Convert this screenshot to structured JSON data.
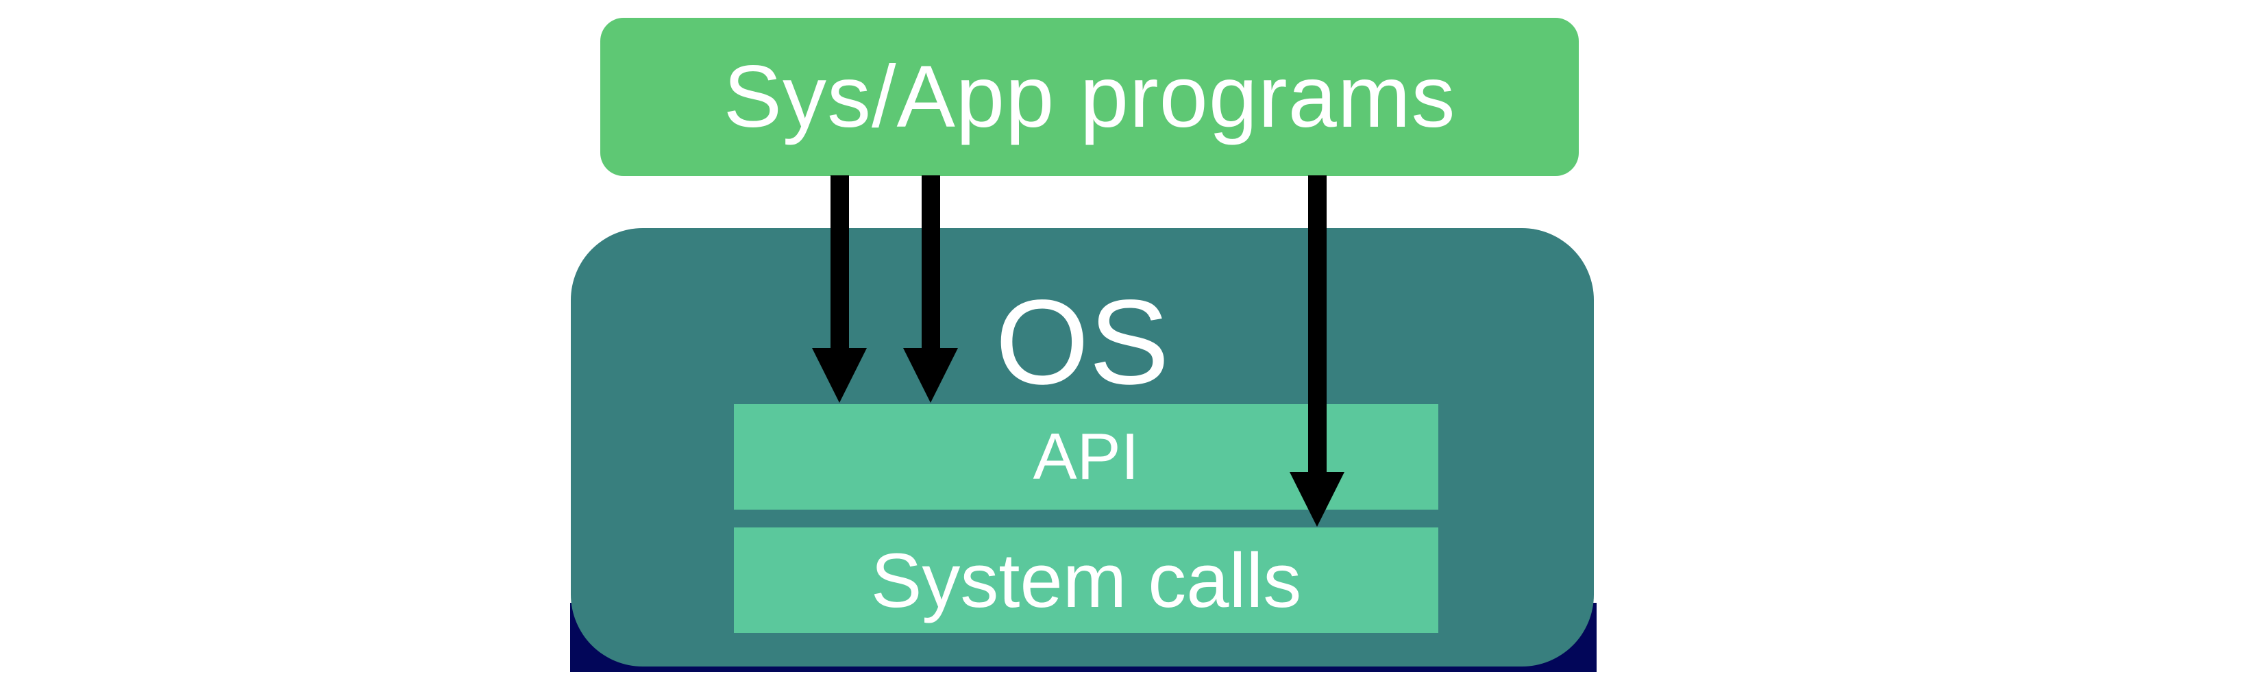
{
  "diagram": {
    "title": "OS layers",
    "colors": {
      "programs": "#5ec874",
      "os": "#387f7e",
      "layer": "#5bc89c",
      "navy": "#020659",
      "arrow": "#000000",
      "text": "#ffffff"
    },
    "nodes": {
      "programs": {
        "label": "Sys/App programs"
      },
      "os": {
        "label": "OS"
      },
      "api": {
        "label": "API"
      },
      "syscalls": {
        "label": "System calls"
      }
    },
    "edges": [
      {
        "from": "programs",
        "to": "api"
      },
      {
        "from": "programs",
        "to": "api"
      },
      {
        "from": "programs",
        "to": "syscalls"
      }
    ]
  }
}
